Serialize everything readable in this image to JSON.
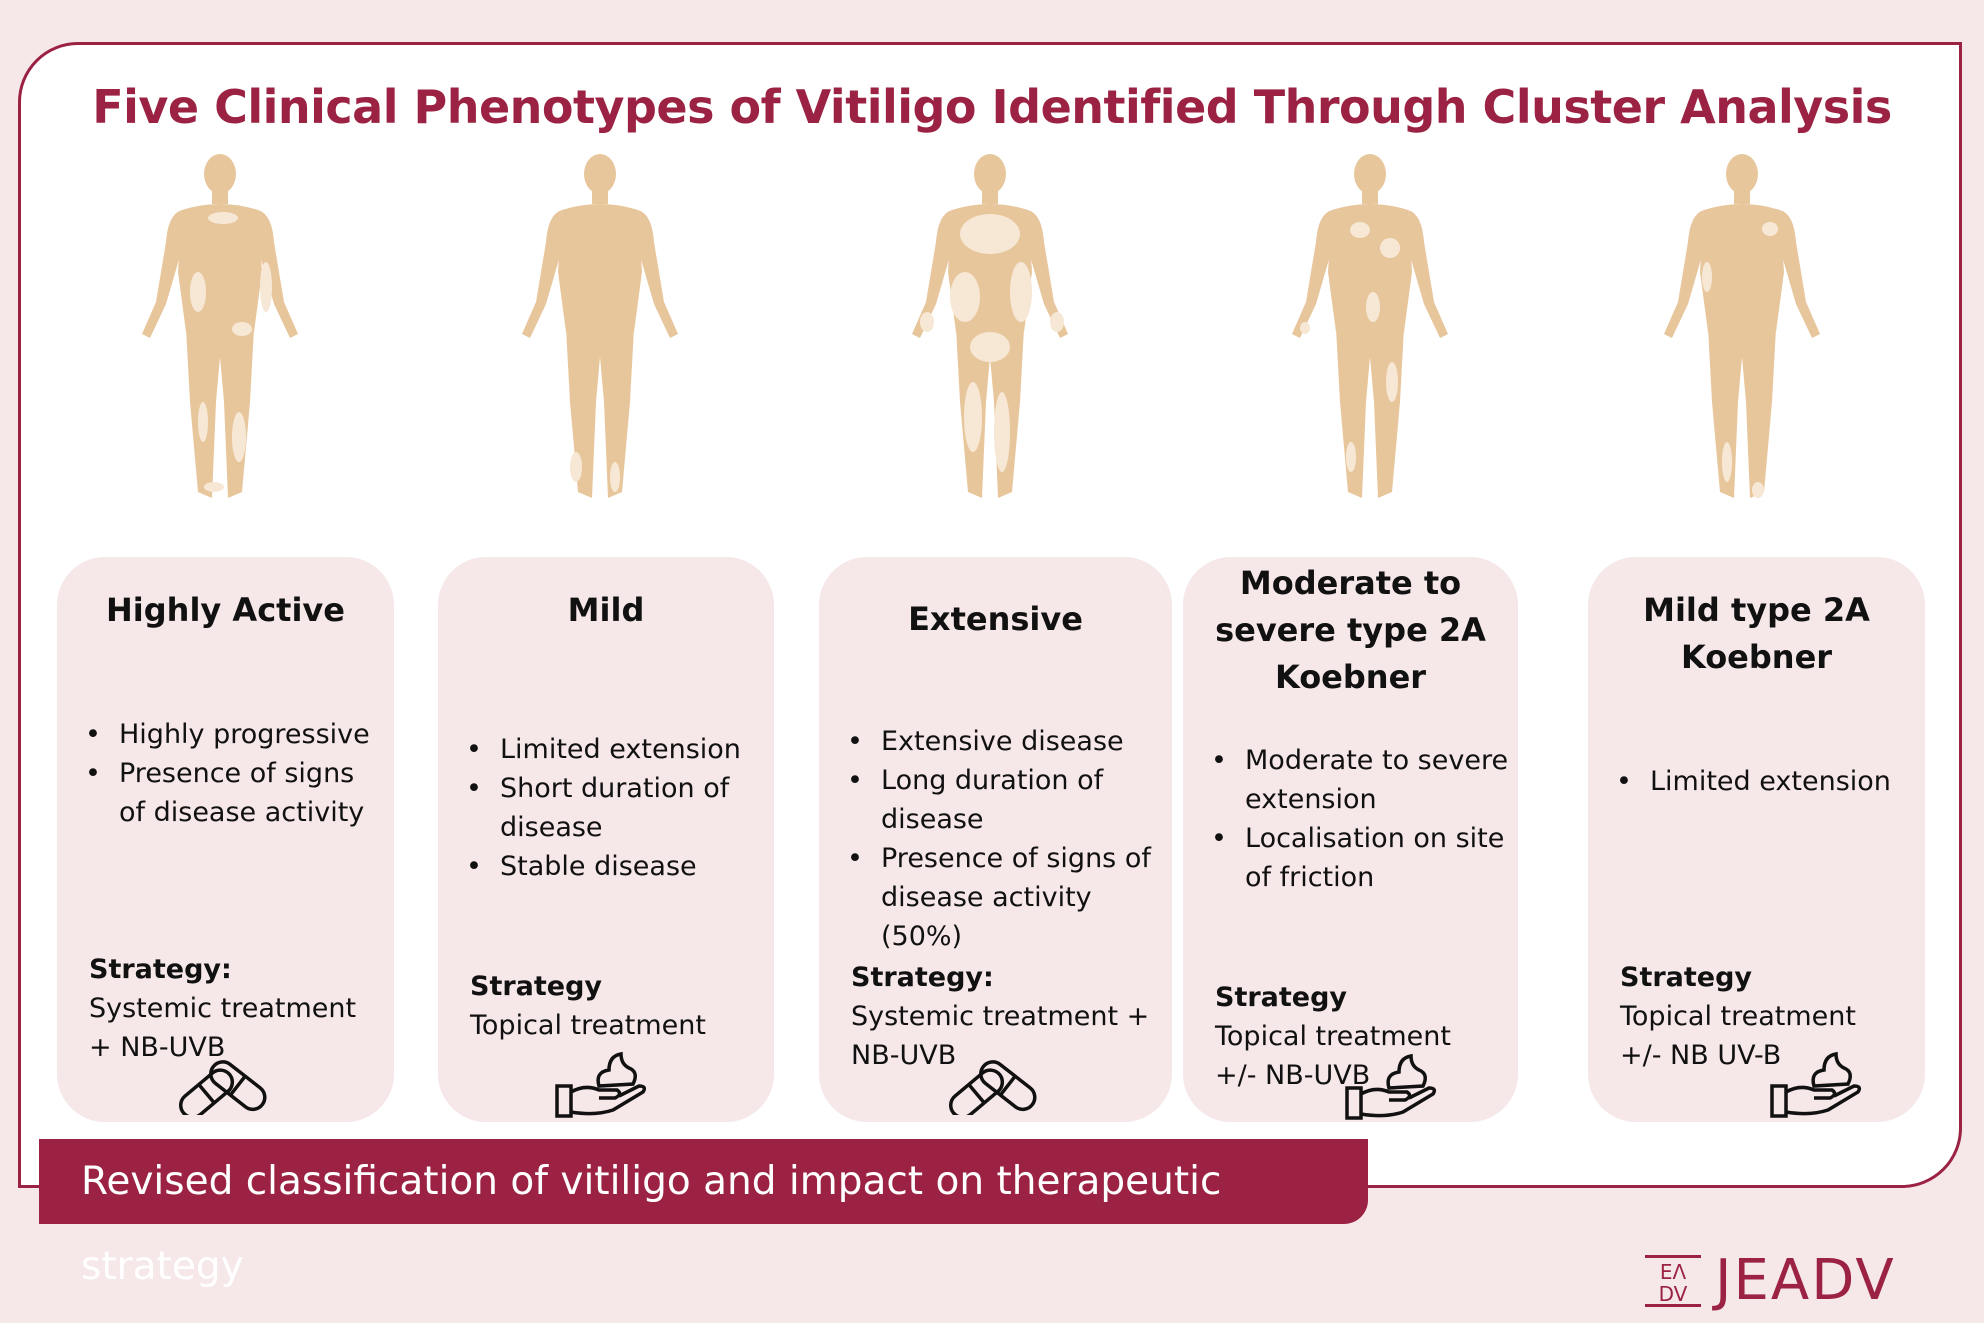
{
  "title": "Five Clinical Phenotypes of Vitiligo Identified Through Cluster Analysis",
  "cards": [
    {
      "heading": [
        "Highly Active"
      ],
      "bullets": [
        "Highly progressive",
        "Presence of signs of disease activity"
      ],
      "strategy_label": "Strategy:",
      "strategy": [
        "Systemic treatment",
        "+ NB-UVB"
      ],
      "icon": "pill-capsules-icon"
    },
    {
      "heading": [
        "Mild"
      ],
      "bullets": [
        "Limited extension",
        "Short duration  of disease",
        "Stable disease"
      ],
      "strategy_label": "Strategy",
      "strategy": [
        "Topical treatment"
      ],
      "icon": "hand-cream-icon"
    },
    {
      "heading": [
        "Extensive"
      ],
      "bullets": [
        "Extensive disease",
        "Long duration of disease",
        "Presence of signs of disease activity (50%)"
      ],
      "strategy_label": "Strategy:",
      "strategy": [
        "Systemic treatment +",
        "NB-UVB"
      ],
      "icon": "pill-capsules-icon"
    },
    {
      "heading": [
        "Moderate to",
        "severe type 2A",
        "Koebner"
      ],
      "bullets": [
        "Moderate to severe extension",
        "Localisation on site of friction"
      ],
      "strategy_label": "Strategy",
      "strategy": [
        "Topical treatment",
        "+/- NB-UVB"
      ],
      "icon": "hand-cream-icon"
    },
    {
      "heading": [
        "Mild type 2A",
        "Koebner"
      ],
      "bullets": [
        "Limited extension"
      ],
      "strategy_label": "Strategy",
      "strategy": [
        "Topical treatment",
        "+/- NB UV-B"
      ],
      "icon": "hand-cream-icon"
    }
  ],
  "banner": "Revised classification of vitiligo and impact on therapeutic strategy",
  "logo": {
    "mark": "EADV",
    "word": "JEADV"
  },
  "colors": {
    "accent": "#9b2242",
    "background": "#f6e7e9",
    "skin": "#e8c69c",
    "depigmented": "#f7e8d6"
  }
}
